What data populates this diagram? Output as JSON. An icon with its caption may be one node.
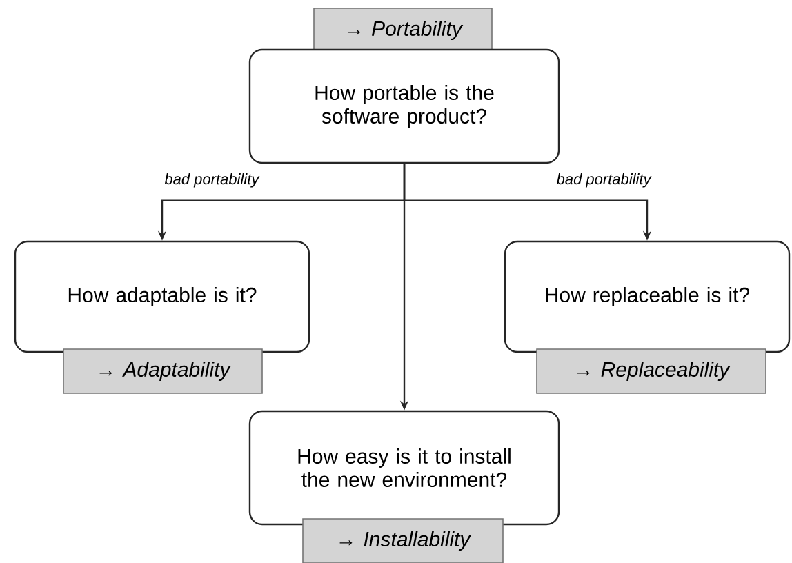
{
  "diagram": {
    "nodes": [
      {
        "text": [
          "→ Portability"
        ]
      },
      {
        "text": [
          "How portable is the software product?"
        ]
      },
      {
        "text": [
          "How adaptable is it?"
        ]
      },
      {
        "text": [
          "→ Adaptability"
        ]
      },
      {
        "text": [
          "How replaceable is it?"
        ]
      },
      {
        "text": [
          "→ Replaceability"
        ]
      },
      {
        "text": [
          "How easy is it to install the new environment?"
        ]
      },
      {
        "text": [
          "→ Installability"
        ]
      }
    ],
    "edges": [
      {
        "from": 1,
        "to": 2,
        "arrow": "to",
        "label": "bad portability"
      },
      {
        "from": 1,
        "to": 4,
        "arrow": "to",
        "label": "bad portability"
      },
      {
        "from": 1,
        "to": 6,
        "arrow": "to"
      }
    ]
  }
}
